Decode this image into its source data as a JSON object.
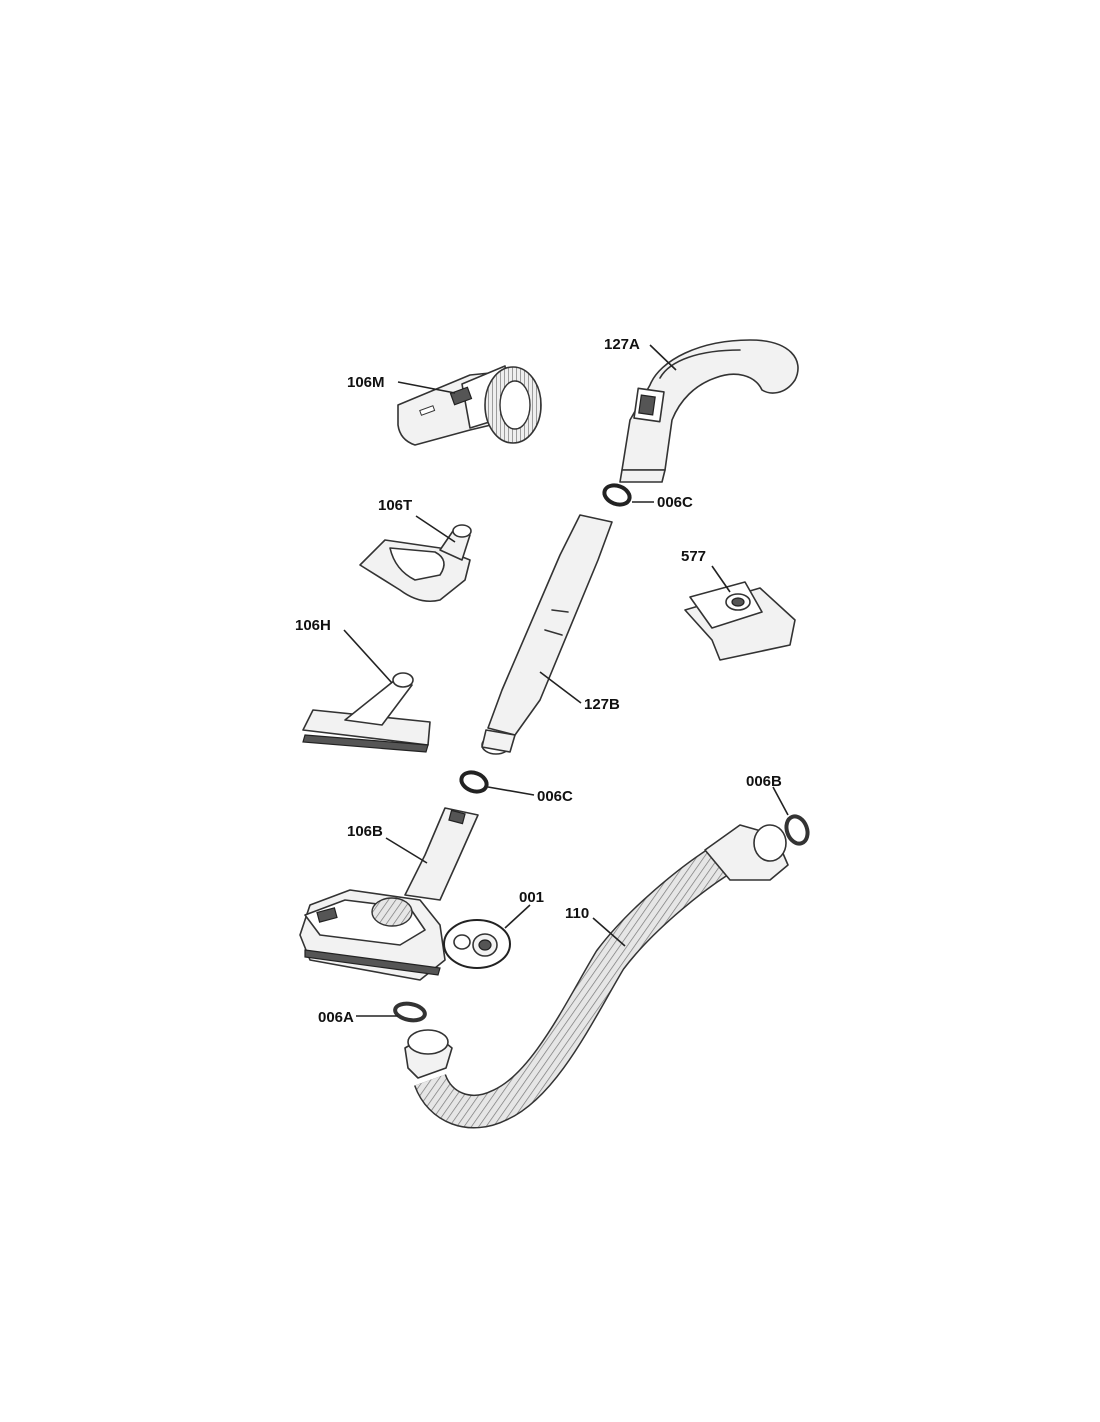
{
  "labels": {
    "p106M": "106M",
    "p127A": "127A",
    "p006C_top": "006C",
    "p106T": "106T",
    "p577": "577",
    "p106H": "106H",
    "p127B": "127B",
    "p006C_mid": "006C",
    "p006B": "006B",
    "p106B": "106B",
    "p001": "001",
    "p110": "110",
    "p006A": "006A"
  }
}
